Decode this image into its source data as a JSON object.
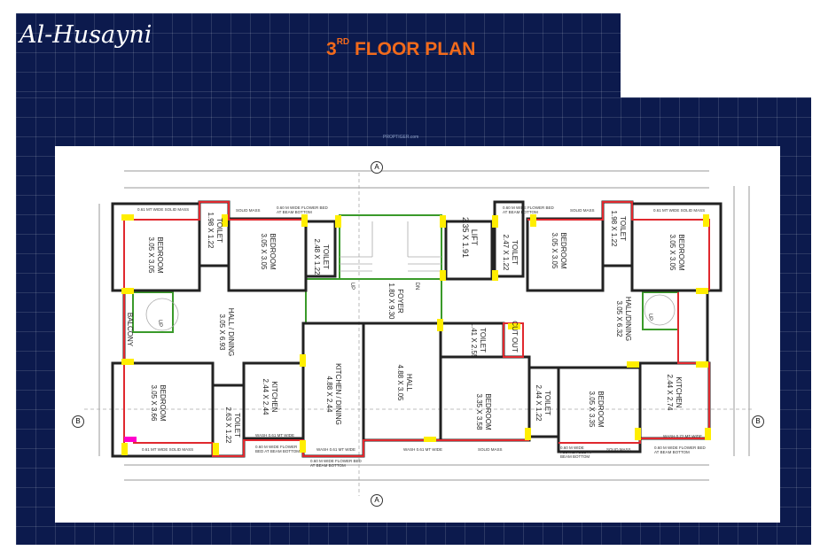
{
  "logo": "Al-Husayni",
  "title": {
    "main": "3",
    "sup": "RD",
    "rest": " FLOOR PLAN"
  },
  "watermark": "PROPTIGER.com",
  "colors": {
    "background": "#0c1a4d",
    "title": "#f26a1b",
    "walls": "#222222",
    "outer_line": "#e0282e",
    "common_area": "#3a9a2a",
    "columns": "#ffee00"
  },
  "section_markers": {
    "a": "A",
    "b": "B"
  },
  "rooms": [
    {
      "name": "BEDROOM",
      "size": "3.05 X 3.05"
    },
    {
      "name": "TOILET",
      "size": "1.98 X 1.22"
    },
    {
      "name": "BEDROOM",
      "size": "3.05 X 3.05"
    },
    {
      "name": "TOILET",
      "size": "2.48 X 1.22"
    },
    {
      "name": "HALL / DINING",
      "size": "3.05 X 6.93"
    },
    {
      "name": "BALCONY",
      "size": ""
    },
    {
      "name": "BEDROOM",
      "size": "3.05 X 3.66"
    },
    {
      "name": "TOILET",
      "size": "2.63 X 1.22"
    },
    {
      "name": "KITCHEN",
      "size": "2.44 X 2.44"
    },
    {
      "name": "KITCHEN / DINING",
      "size": "4.88 X 2.44"
    },
    {
      "name": "FOYER",
      "size": "1.80 X 9.30"
    },
    {
      "name": "LIFT",
      "size": "2.35 X 1.91"
    },
    {
      "name": "TOILET",
      "size": "2.47 X 1.22"
    },
    {
      "name": "HALL",
      "size": "4.88 X 3.05"
    },
    {
      "name": "TOILET",
      "size": "1.41 X 2.55"
    },
    {
      "name": "CUT OUT",
      "size": ""
    },
    {
      "name": "BEDROOM",
      "size": "3.35 X 3.58"
    },
    {
      "name": "BEDROOM",
      "size": "3.05 X 3.05"
    },
    {
      "name": "TOILET",
      "size": "1.98 X 1.22"
    },
    {
      "name": "BEDROOM",
      "size": "3.05 X 3.05"
    },
    {
      "name": "HALL/DINING",
      "size": "3.05 X 6.32"
    },
    {
      "name": "TOILET",
      "size": "2.44 X 1.22"
    },
    {
      "name": "BEDROOM",
      "size": "3.05 X 3.35"
    },
    {
      "name": "KITCHEN",
      "size": "2.44 X 2.74"
    }
  ],
  "notes": {
    "solid_mass_061": "0.61 MT WIDE SOLID MASS",
    "solid_mass": "SOLID MASS",
    "flower_bed": "0.60 M WIDE FLOWER BED AT BEAM BOTTOM",
    "wash_061": "WASH 0.61 MT WIDE",
    "wash_072": "WASH 0.72 MT WIDE",
    "up": "UP",
    "dn": "DN"
  }
}
